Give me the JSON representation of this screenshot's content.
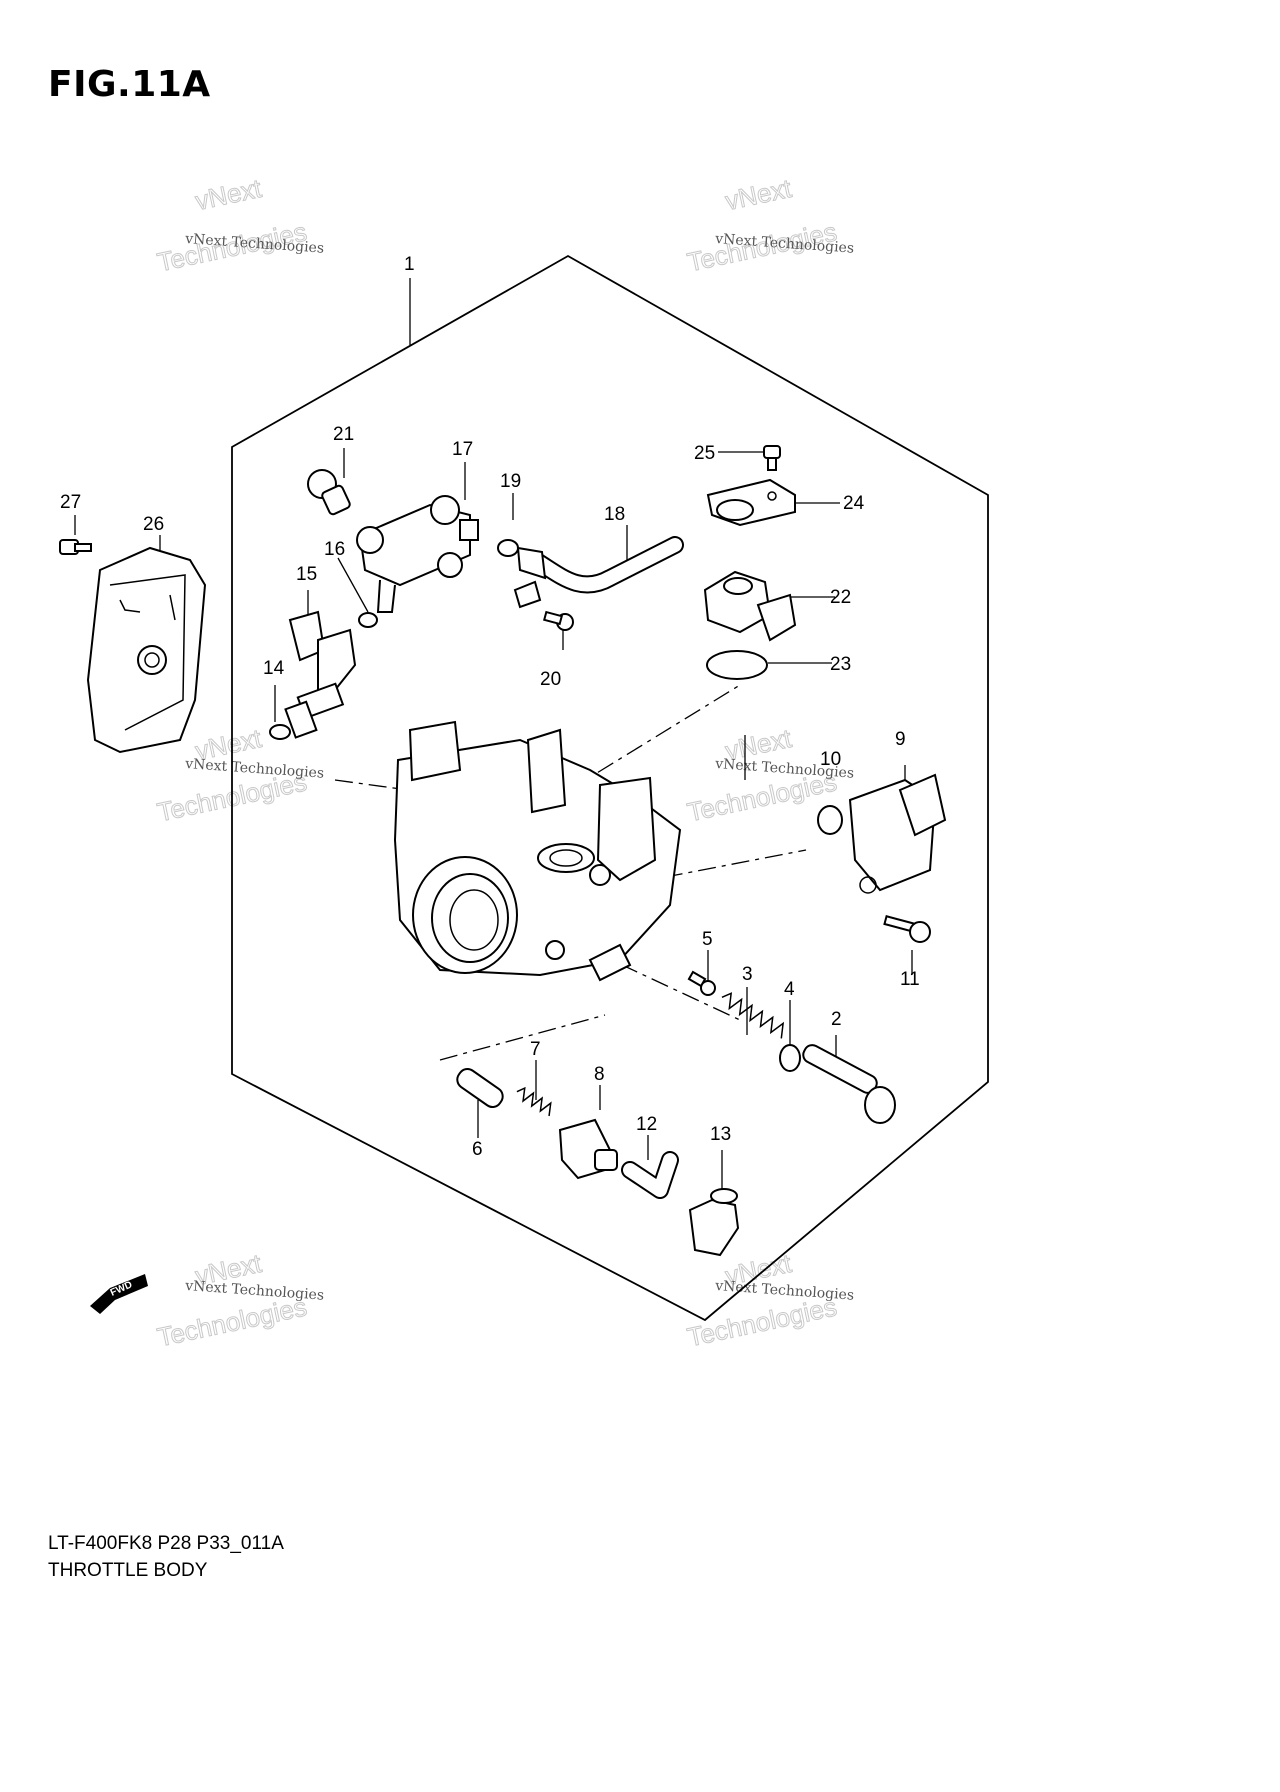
{
  "figure": {
    "title": "FIG.11A",
    "model_code": "LT-F400FK8 P28 P33_011A",
    "name": "THROTTLE BODY"
  },
  "watermark": {
    "line1": "vNext",
    "line2": "vNext Technologies",
    "line3": "Technologies"
  },
  "fwd_label": "FWD",
  "callouts": [
    "1",
    "2",
    "3",
    "4",
    "5",
    "6",
    "7",
    "8",
    "9",
    "10",
    "11",
    "12",
    "13",
    "14",
    "15",
    "16",
    "17",
    "18",
    "19",
    "20",
    "21",
    "22",
    "23",
    "24",
    "25",
    "26",
    "27"
  ],
  "parts": [
    {
      "ref": "1",
      "icon": "throttle-body-assembly-icon"
    },
    {
      "ref": "2",
      "icon": "screw-icon"
    },
    {
      "ref": "3",
      "icon": "spring-icon"
    },
    {
      "ref": "4",
      "icon": "o-ring-icon"
    },
    {
      "ref": "5",
      "icon": "screw-icon"
    },
    {
      "ref": "6",
      "icon": "plunger-icon"
    },
    {
      "ref": "7",
      "icon": "spring-icon"
    },
    {
      "ref": "8",
      "icon": "plug-icon"
    },
    {
      "ref": "9",
      "icon": "sensor-icon"
    },
    {
      "ref": "10",
      "icon": "o-ring-icon"
    },
    {
      "ref": "11",
      "icon": "screw-icon"
    },
    {
      "ref": "12",
      "icon": "hose-icon"
    },
    {
      "ref": "13",
      "icon": "elbow-joint-icon"
    },
    {
      "ref": "14",
      "icon": "cushion-icon"
    },
    {
      "ref": "15",
      "icon": "fuel-injector-icon"
    },
    {
      "ref": "16",
      "icon": "o-ring-icon"
    },
    {
      "ref": "17",
      "icon": "fuel-delivery-pipe-icon"
    },
    {
      "ref": "18",
      "icon": "hose-icon"
    },
    {
      "ref": "19",
      "icon": "o-ring-icon"
    },
    {
      "ref": "20",
      "icon": "screw-icon"
    },
    {
      "ref": "21",
      "icon": "cap-icon"
    },
    {
      "ref": "22",
      "icon": "sensor-icon"
    },
    {
      "ref": "23",
      "icon": "o-ring-icon"
    },
    {
      "ref": "24",
      "icon": "bracket-icon"
    },
    {
      "ref": "25",
      "icon": "screw-icon"
    },
    {
      "ref": "26",
      "icon": "cover-icon"
    },
    {
      "ref": "27",
      "icon": "bolt-icon"
    }
  ]
}
